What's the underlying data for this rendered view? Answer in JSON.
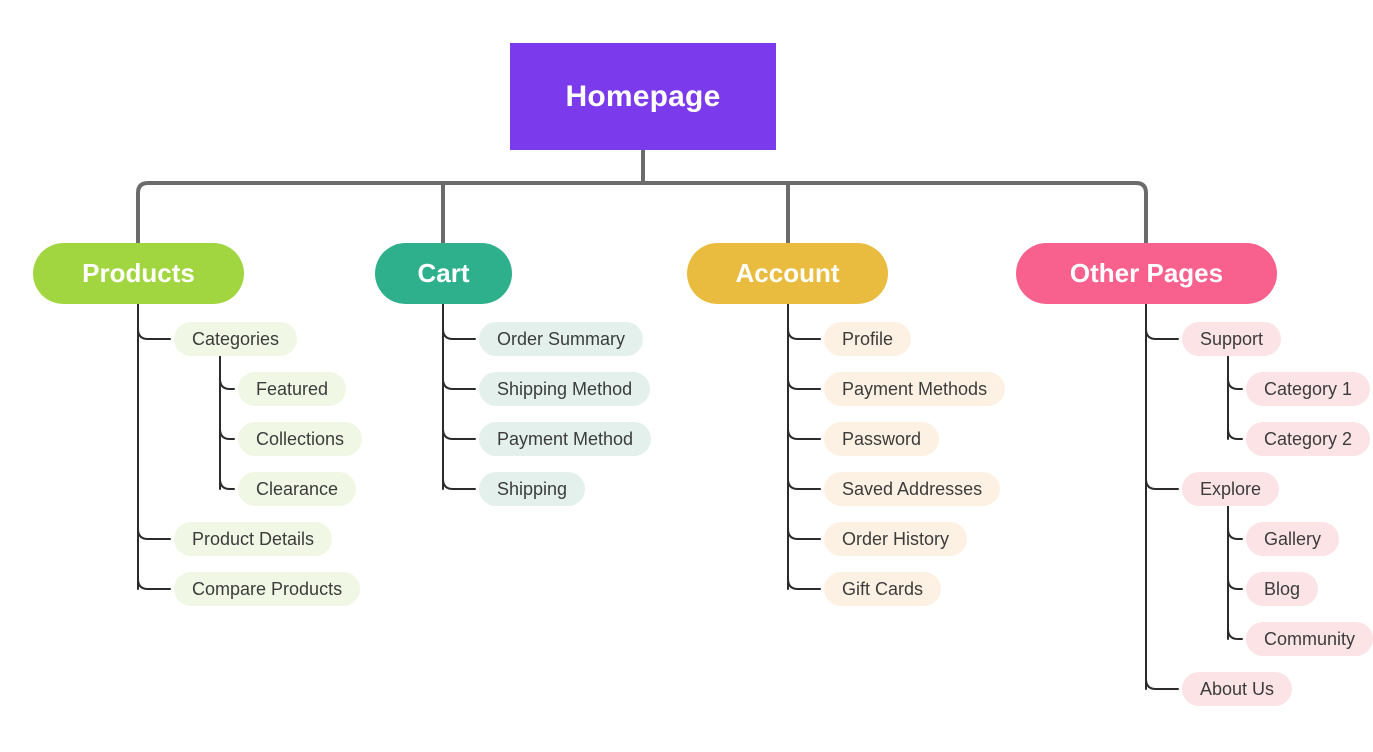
{
  "diagram": {
    "type": "sitemap-tree",
    "background": "#ffffff",
    "root_connector_color": "#6b6b6b",
    "branch_connector_color": "#2b2b2b"
  },
  "root": {
    "label": "Homepage",
    "color": "#7c3aed",
    "text_color": "#ffffff"
  },
  "branches": [
    {
      "label": "Products",
      "color": "#a2d641",
      "leaf_color": "#f0f7e4",
      "children": [
        {
          "label": "Categories",
          "children": [
            {
              "label": "Featured"
            },
            {
              "label": "Collections"
            },
            {
              "label": "Clearance"
            }
          ]
        },
        {
          "label": "Product Details",
          "children": []
        },
        {
          "label": "Compare Products",
          "children": []
        }
      ]
    },
    {
      "label": "Cart",
      "color": "#2eb08c",
      "leaf_color": "#e4f0ec",
      "children": [
        {
          "label": "Order Summary",
          "children": []
        },
        {
          "label": "Shipping Method",
          "children": []
        },
        {
          "label": "Payment Method",
          "children": []
        },
        {
          "label": "Shipping",
          "children": []
        }
      ]
    },
    {
      "label": "Account",
      "color": "#e9bc3f",
      "leaf_color": "#fdf1e3",
      "children": [
        {
          "label": "Profile",
          "children": []
        },
        {
          "label": "Payment Methods",
          "children": []
        },
        {
          "label": "Password",
          "children": []
        },
        {
          "label": "Saved Addresses",
          "children": []
        },
        {
          "label": "Order History",
          "children": []
        },
        {
          "label": "Gift Cards",
          "children": []
        }
      ]
    },
    {
      "label": "Other Pages",
      "color": "#f8608d",
      "leaf_color": "#fce3e6",
      "children": [
        {
          "label": "Support",
          "children": [
            {
              "label": "Category 1"
            },
            {
              "label": "Category 2"
            }
          ]
        },
        {
          "label": "Explore",
          "children": [
            {
              "label": "Gallery"
            },
            {
              "label": "Blog"
            },
            {
              "label": "Community"
            }
          ]
        },
        {
          "label": "About Us",
          "children": []
        }
      ]
    }
  ]
}
